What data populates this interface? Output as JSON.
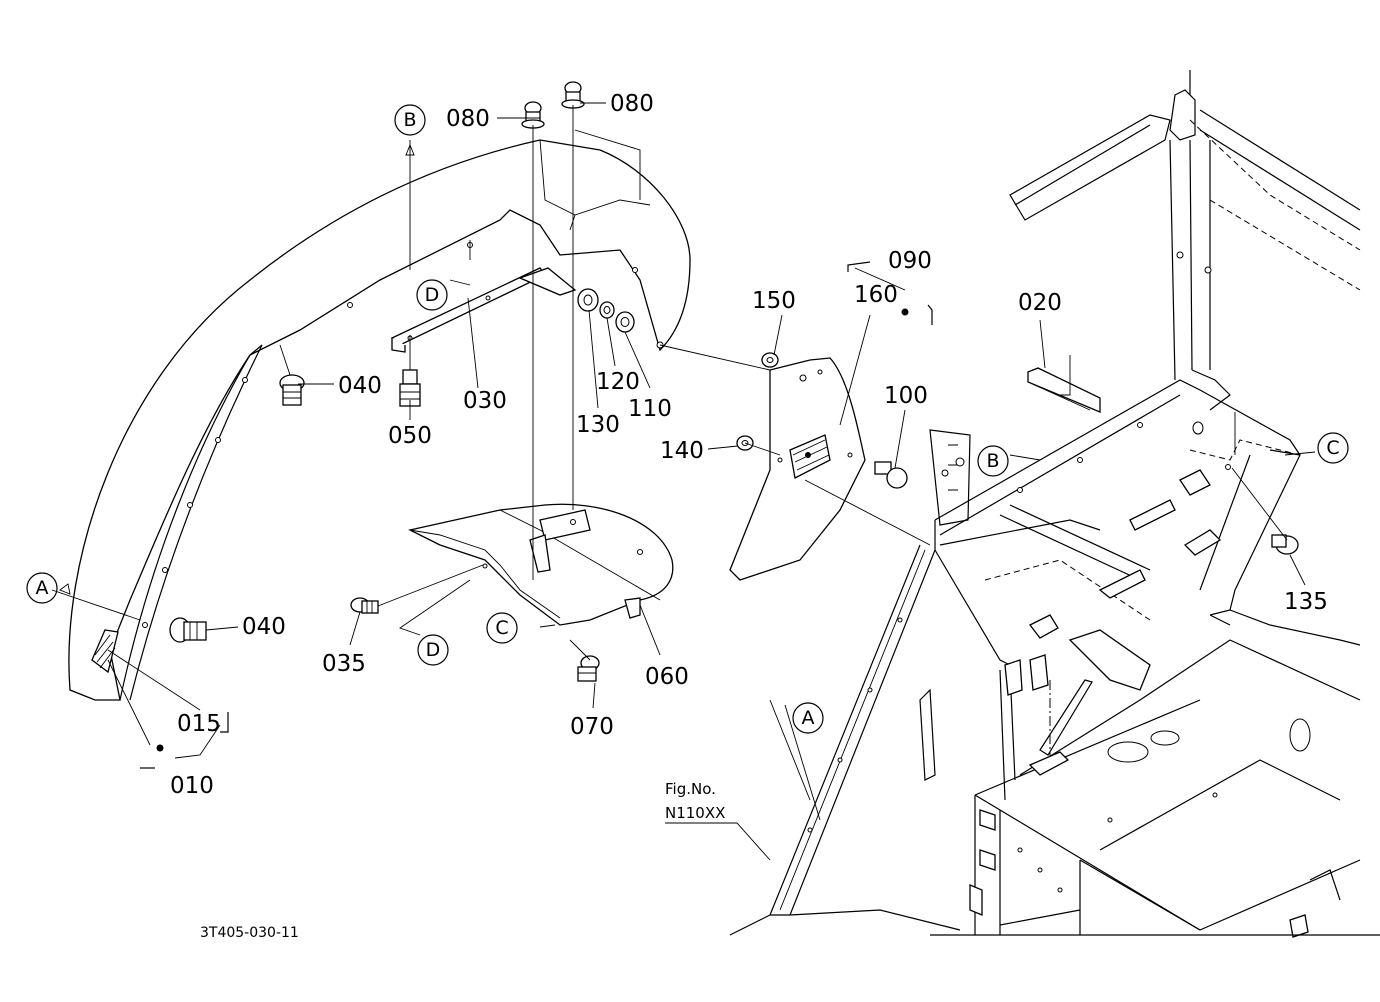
{
  "drawing_id": "3T405-030-11",
  "figure_ref": {
    "label": "Fig.No.",
    "number": "N110XX"
  },
  "part_labels": {
    "p010": "010",
    "p015": "015",
    "p020": "020",
    "p030": "030",
    "p035": "035",
    "p040a": "040",
    "p040b": "040",
    "p050": "050",
    "p060": "060",
    "p070": "070",
    "p080a": "080",
    "p080b": "080",
    "p090": "090",
    "p100": "100",
    "p110": "110",
    "p120": "120",
    "p130": "130",
    "p135": "135",
    "p140": "140",
    "p150": "150",
    "p160": "160"
  },
  "reference_letters": {
    "A1": "A",
    "A2": "A",
    "B1": "B",
    "B2": "B",
    "C1": "C",
    "C2": "C",
    "D1": "D",
    "D2": "D"
  }
}
